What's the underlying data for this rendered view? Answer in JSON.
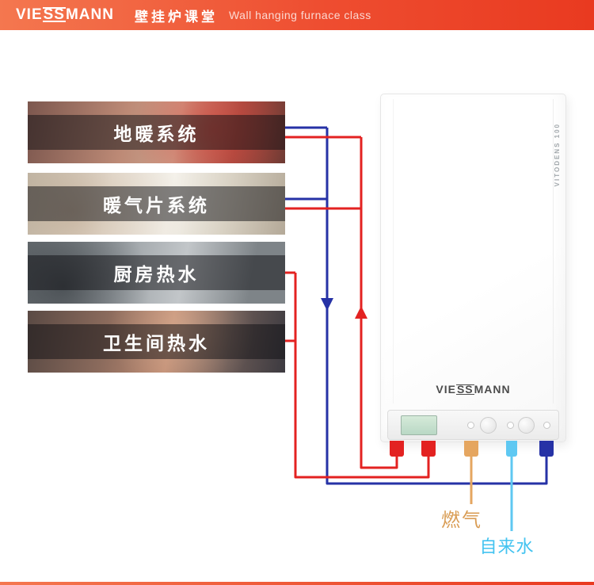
{
  "header": {
    "logo_prefix": "VIE",
    "logo_ss": "SS",
    "logo_suffix": "MANN",
    "title_cn": "壁挂炉课堂",
    "title_en": "Wall hanging furnace class"
  },
  "systems": [
    {
      "label": "地暖系统"
    },
    {
      "label": "暖气片系统"
    },
    {
      "label": "厨房热水"
    },
    {
      "label": "卫生间热水"
    }
  ],
  "boiler": {
    "model": "VITODENS 100",
    "brand_prefix": "VIE",
    "brand_ss": "SS",
    "brand_suffix": "MANN"
  },
  "pipes": {
    "gas_label": "燃气",
    "tap_water_label": "自来水"
  },
  "colors": {
    "header_gradient_start": "#f4774f",
    "header_gradient_end": "#e93a20",
    "hot_red": "#e32221",
    "return_blue": "#2632a6",
    "gas_orange": "#e5a660",
    "tap_water_blue": "#5ec8f2"
  }
}
